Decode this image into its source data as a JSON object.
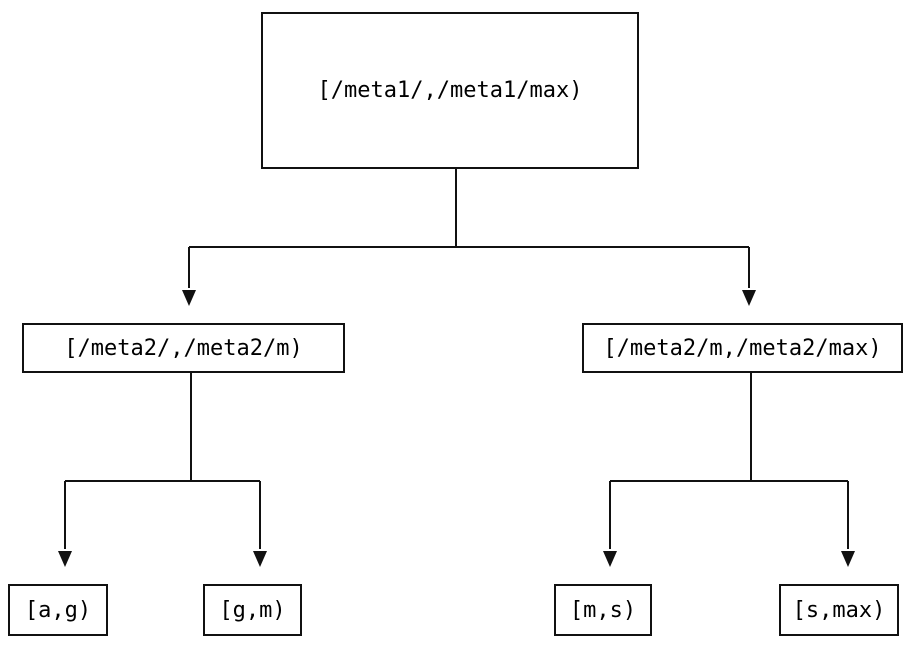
{
  "diagram": {
    "type": "tree",
    "background_color": "#ffffff",
    "line_color": "#111111",
    "text_color": "#000000",
    "nodes": {
      "root": "[/meta1/,/meta1/max)",
      "meta2_left": "[/meta2/,/meta2/m)",
      "meta2_right": "[/meta2/m,/meta2/max)",
      "leaf_ag": "[a,g)",
      "leaf_gm": "[g,m)",
      "leaf_ms": "[m,s)",
      "leaf_smax": "[s,max)"
    },
    "edges": [
      {
        "from": "root",
        "to": "meta2_left"
      },
      {
        "from": "root",
        "to": "meta2_right"
      },
      {
        "from": "meta2_left",
        "to": "leaf_ag"
      },
      {
        "from": "meta2_left",
        "to": "leaf_gm"
      },
      {
        "from": "meta2_right",
        "to": "leaf_ms"
      },
      {
        "from": "meta2_right",
        "to": "leaf_smax"
      }
    ]
  }
}
